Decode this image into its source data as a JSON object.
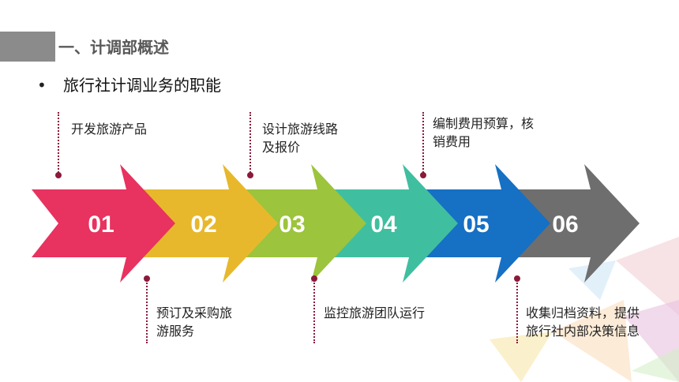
{
  "section_title": "一、计调部概述",
  "bullet": "•",
  "subtitle": "旅行社计调业务的职能",
  "steps": [
    {
      "number": "01",
      "color": "#e8325f",
      "label_lines": [
        "开发旅游产品"
      ]
    },
    {
      "number": "02",
      "color": "#e8b82c",
      "label_lines": [
        "预订及采购旅",
        "游服务"
      ]
    },
    {
      "number": "03",
      "color": "#9cc43c",
      "label_lines": [
        "设计旅游线路",
        "及报价"
      ]
    },
    {
      "number": "04",
      "color": "#3fbfa0",
      "label_lines": [
        "监控旅游团队运行"
      ]
    },
    {
      "number": "05",
      "color": "#1670c4",
      "label_lines": [
        "编制费用预算，核",
        "销费用"
      ]
    },
    {
      "number": "06",
      "color": "#6e6e6e",
      "label_lines": [
        "收集归档资料，提供",
        "旅行社内部决策信息"
      ]
    }
  ],
  "connector_color": "#8b1a3a"
}
